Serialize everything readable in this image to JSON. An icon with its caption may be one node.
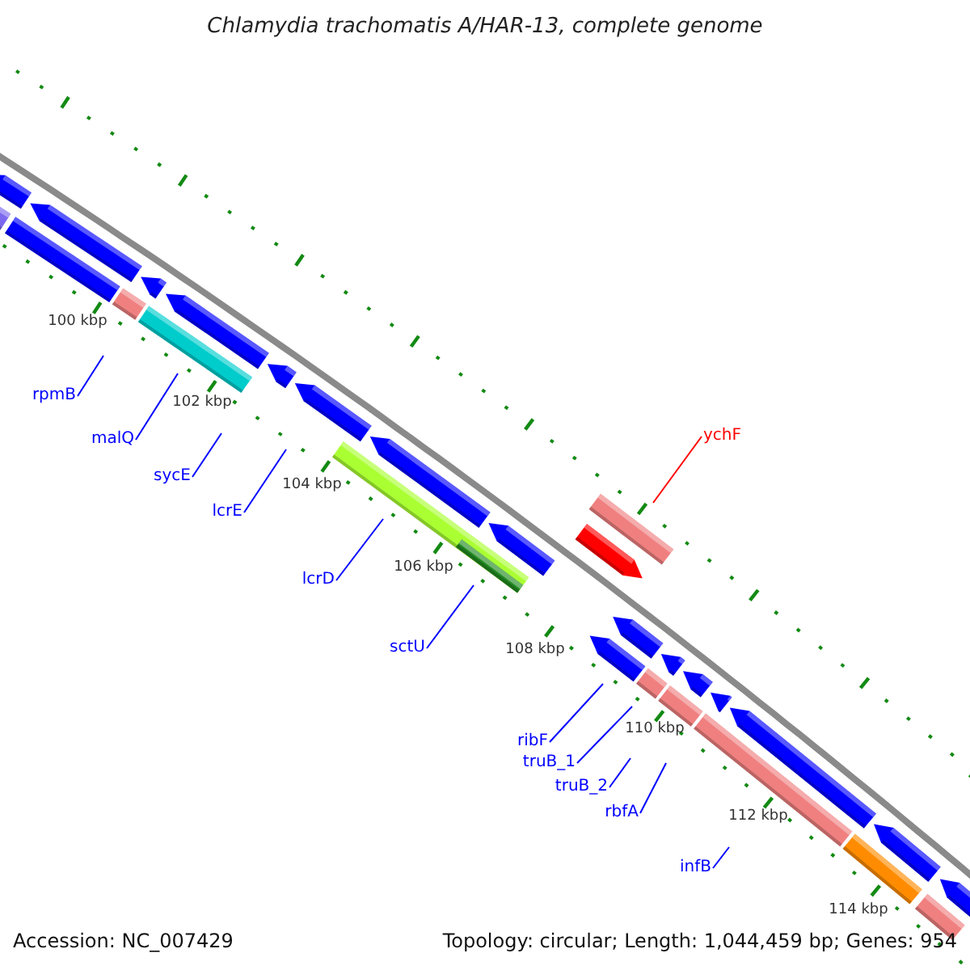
{
  "diagram": {
    "title": "Chlamydia trachomatis A/HAR-13, complete genome",
    "nodes": [
      {
        "text": [
          "rpmB"
        ]
      },
      {
        "text": [
          "ychF"
        ]
      },
      {
        "text": [
          "malQ"
        ]
      },
      {
        "text": [
          "sycE"
        ]
      },
      {
        "text": [
          "lcrE"
        ]
      },
      {
        "text": [
          "lcrD"
        ]
      },
      {
        "text": [
          "sctU"
        ]
      },
      {
        "text": [
          "ribF"
        ]
      },
      {
        "text": [
          "truB_1"
        ]
      },
      {
        "text": [
          "truB_2"
        ]
      },
      {
        "text": [
          "rbfA"
        ]
      },
      {
        "text": [
          "infB"
        ]
      }
    ],
    "edges": [
      {
        "from": 0,
        "to": null,
        "arrow": "none"
      },
      {
        "from": 1,
        "to": null,
        "arrow": "none",
        "color": "#ff0000"
      },
      {
        "from": 2,
        "to": null,
        "arrow": "none"
      },
      {
        "from": 3,
        "to": null,
        "arrow": "none"
      },
      {
        "from": 4,
        "to": null,
        "arrow": "none"
      },
      {
        "from": 5,
        "to": null,
        "arrow": "none"
      },
      {
        "from": 6,
        "to": null,
        "arrow": "none"
      },
      {
        "from": 7,
        "to": null,
        "arrow": "none"
      },
      {
        "from": 8,
        "to": null,
        "arrow": "none"
      },
      {
        "from": 9,
        "to": null,
        "arrow": "none"
      },
      {
        "from": 10,
        "to": null,
        "arrow": "none"
      },
      {
        "from": 11,
        "to": null,
        "arrow": "none"
      }
    ],
    "labels": [
      "100 kbp",
      "102 kbp",
      "104 kbp",
      "106 kbp",
      "108 kbp",
      "110 kbp",
      "112 kbp",
      "114 kbp",
      "Accession: NC_007429",
      "Topology: circular; Length: 1,044,459 bp; Genes: 954"
    ]
  }
}
